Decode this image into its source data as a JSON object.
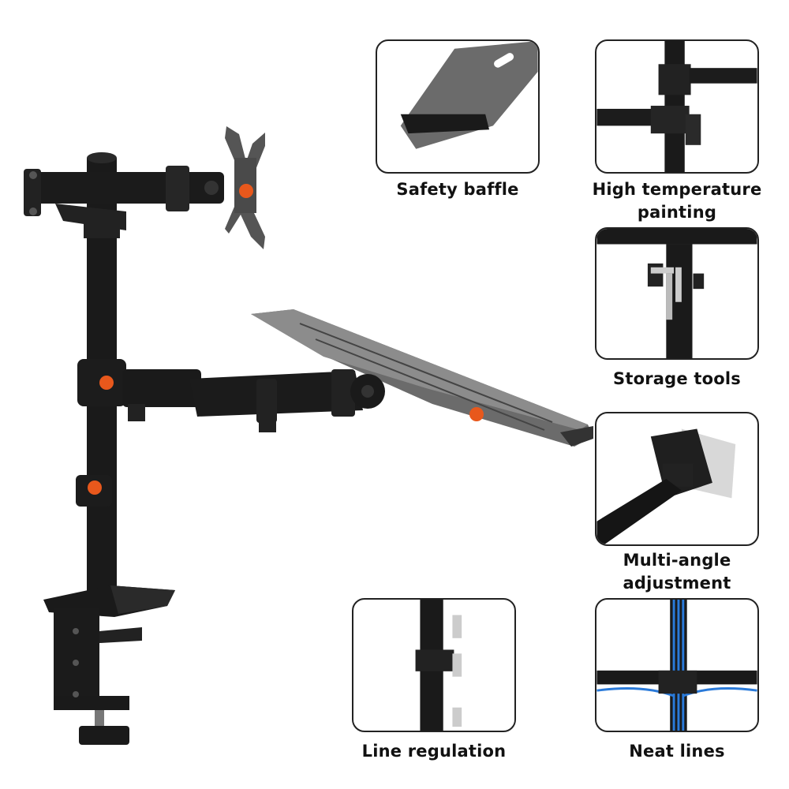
{
  "colors": {
    "metal": "#1a1a1a",
    "tray": "#5a5a5a",
    "accent": "#e8581c",
    "cable": "#2a7ad9"
  },
  "features": [
    {
      "id": "safety-baffle",
      "label": "Safety baffle"
    },
    {
      "id": "high-temperature-painting",
      "label": "High temperature painting"
    },
    {
      "id": "storage-tools",
      "label": "Storage tools"
    },
    {
      "id": "multi-angle-adjustment",
      "label": "Multi-angle adjustment"
    },
    {
      "id": "line-regulation",
      "label": "Line regulation"
    },
    {
      "id": "neat-lines",
      "label": "Neat lines"
    }
  ]
}
